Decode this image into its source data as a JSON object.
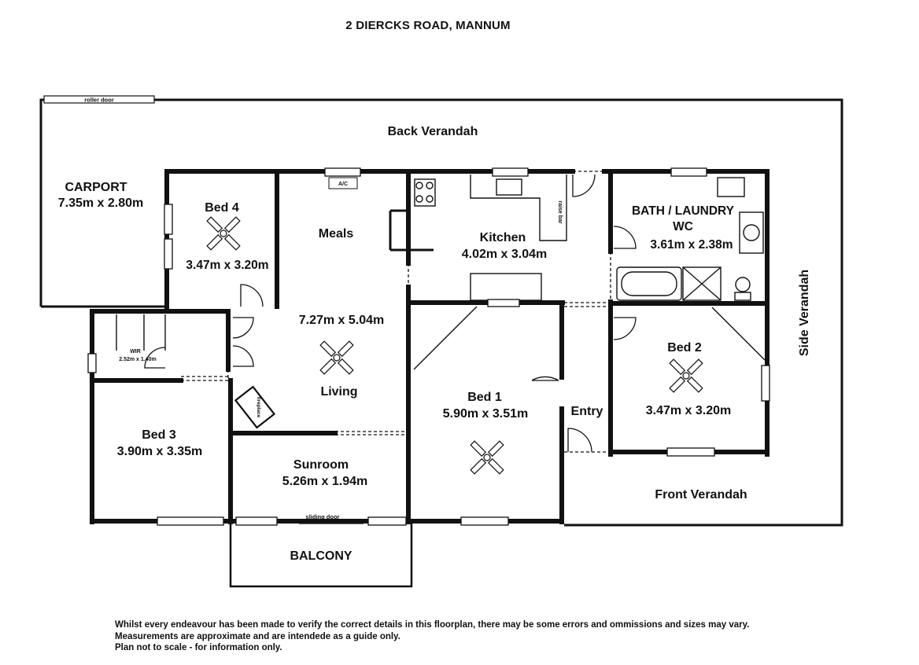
{
  "title": "2 DIERCKS ROAD, MANNUM",
  "rooms": {
    "back_verandah": "Back Verandah",
    "carport": {
      "name": "CARPORT",
      "size": "7.35m x 2.80m"
    },
    "bed4": {
      "name": "Bed 4",
      "size": "3.47m x 3.20m"
    },
    "meals": "Meals",
    "kitchen": {
      "name": "Kitchen",
      "size": "4.02m x 3.04m"
    },
    "bath": {
      "name": "BATH / LAUNDRY",
      "name2": "WC",
      "size": "3.61m x 2.38m"
    },
    "living": {
      "size": "7.27m x 5.04m",
      "name": "Living"
    },
    "wir": {
      "name": "WIR",
      "size": "2.52m x 1.40m"
    },
    "bed3": {
      "name": "Bed 3",
      "size": "3.90m x 3.35m"
    },
    "bed1": {
      "name": "Bed 1",
      "size": "5.90m x 3.51m"
    },
    "bed2": {
      "name": "Bed 2",
      "size": "3.47m x 3.20m"
    },
    "entry": "Entry",
    "sunroom": {
      "name": "Sunroom",
      "size": "5.26m x 1.94m"
    },
    "balcony": "BALCONY",
    "front_verandah": "Front Verandah",
    "side_verandah": "Side Verandah"
  },
  "annotations": {
    "roller_door": "roller door",
    "ac": "A/C",
    "raise_bar": "raise bar",
    "fireplace": "fireplace",
    "sliding_door": "sliding door"
  },
  "disclaimer": [
    "Whilst every endeavour has been made to verify the correct details in this floorplan, there may be some errors and ommissions and sizes may vary.",
    "Measurements are approximate and are intendede as a guide only.",
    "Plan not to scale - for information only."
  ]
}
